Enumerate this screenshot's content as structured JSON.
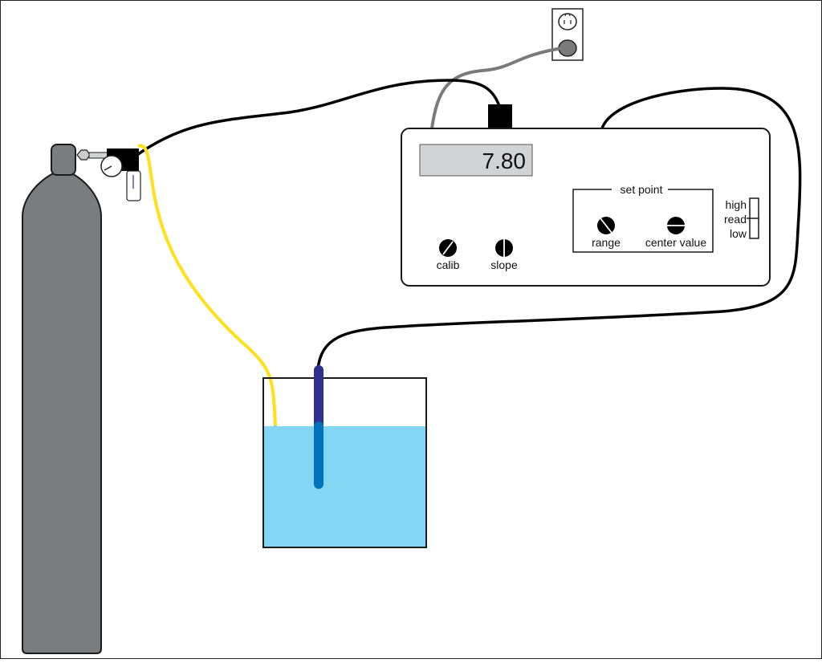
{
  "diagram": {
    "title": "pH controller setup with CO2 tank",
    "colors": {
      "tank": "#7b7c80",
      "outline": "#1a1a1a",
      "tubing": "#ffe01b",
      "tubing_submerged": "#8fc7a0",
      "water": "#83d6f4",
      "probe_top": "#2e3192",
      "probe_submerged": "#0071bc",
      "display_bg": "#d2d3d5",
      "power_cord": "#7a7a7a",
      "cable": "#000000"
    },
    "controller": {
      "display_value": "7.80",
      "knobs": [
        {
          "id": "calib",
          "label": "calib"
        },
        {
          "id": "slope",
          "label": "slope"
        }
      ],
      "set_point": {
        "title": "set point",
        "knobs": [
          {
            "id": "range",
            "label": "range"
          },
          {
            "id": "center",
            "label": "center value"
          }
        ]
      },
      "switch": {
        "labels": [
          "high",
          "read",
          "low"
        ],
        "selected": "read"
      }
    },
    "components": {
      "gas_cylinder": "CO2 cylinder",
      "regulator": "pressure regulator with gauge",
      "solenoid": "solenoid valve",
      "outlet": "wall outlet",
      "probe": "pH probe",
      "beaker": "beaker of water"
    }
  }
}
